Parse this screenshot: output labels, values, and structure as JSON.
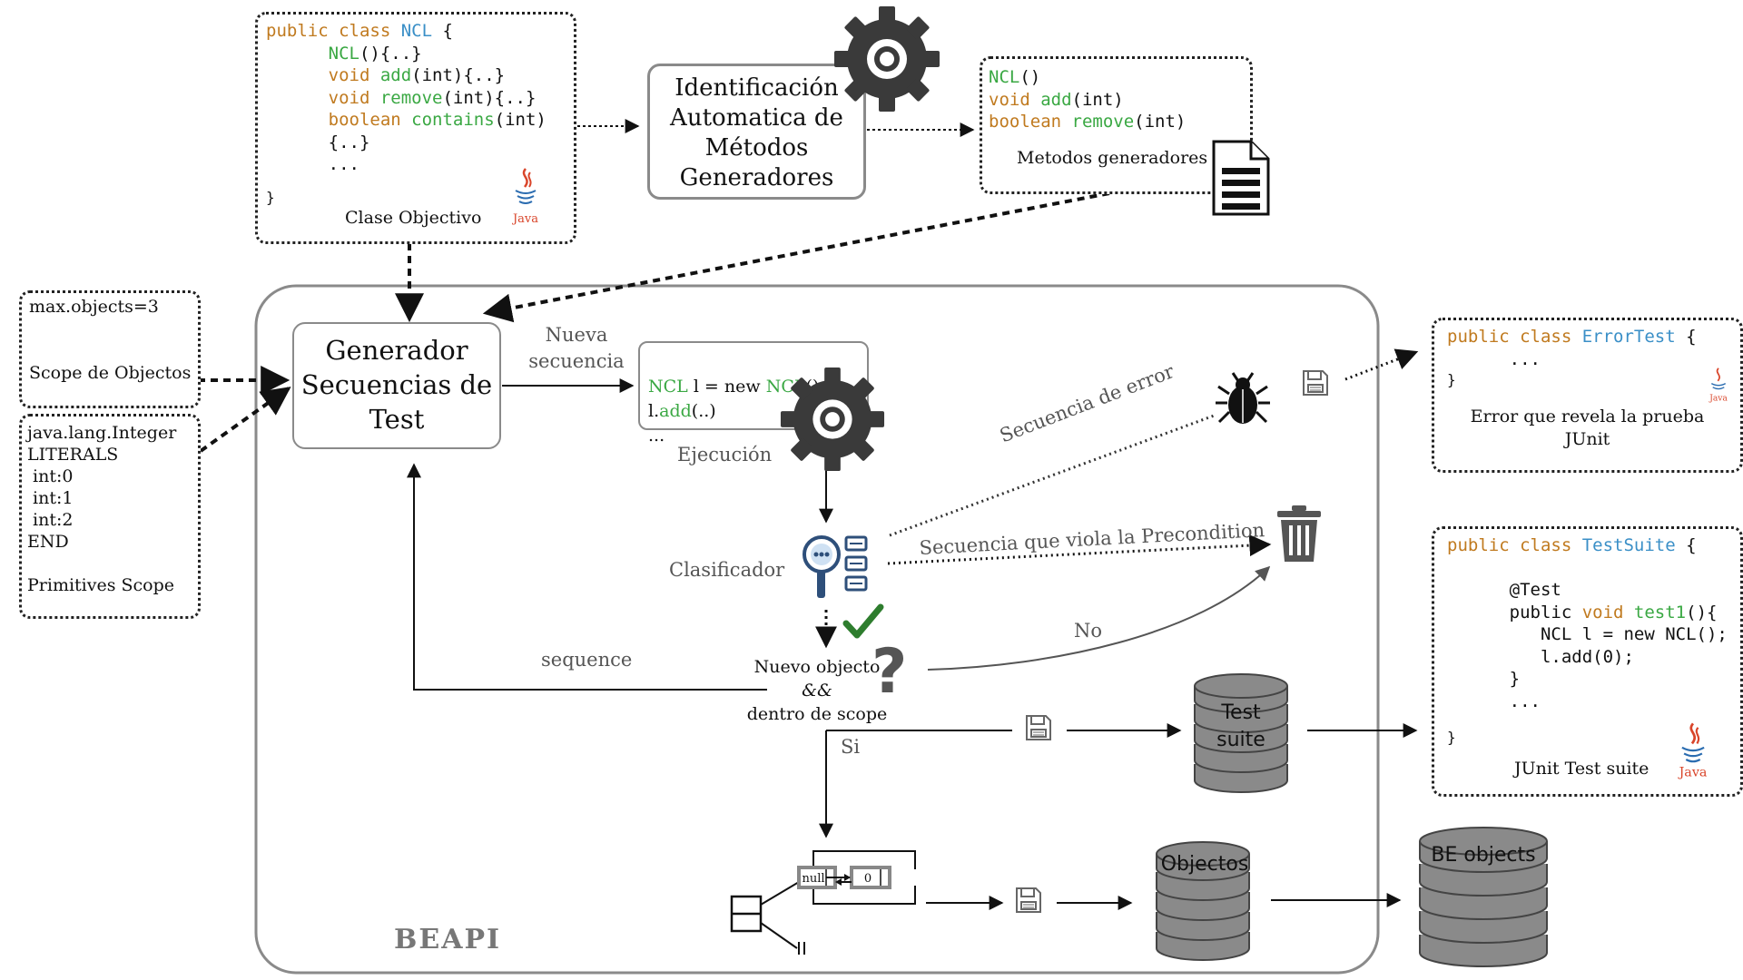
{
  "colors": {
    "keyword": "#c07a1f",
    "method": "#3aa843",
    "class": "#3a8fc7",
    "frame": "#8a8a8a",
    "check": "#2e7d2e"
  },
  "icons": [
    "gear-icon",
    "java-icon",
    "document-icon",
    "bug-icon",
    "floppy-icon",
    "trash-icon",
    "classifier-icon",
    "check-icon",
    "question-icon",
    "database-icon",
    "node-icon"
  ],
  "clase_objetivo": {
    "l1_kw": "public class ",
    "l1_cls": "NCL",
    "l1_rest": " {",
    "l2_fn": "NCL",
    "l2_rest": "(){..}",
    "l3_kw": "void ",
    "l3_fn": "add",
    "l3_rest": "(int){..}",
    "l4_kw": "void ",
    "l4_fn": "remove",
    "l4_rest": "(int){..}",
    "l5_kw": "boolean ",
    "l5_fn": "contains",
    "l5_rest": "(int)",
    "l6": "{..}",
    "l7": "...",
    "l8": "}",
    "label": "Clase Objectivo",
    "java": "Java"
  },
  "identificacion": {
    "line1": "Identificación",
    "line2": "Automatica de",
    "line3": "Métodos",
    "line4": "Generadores"
  },
  "metodos": {
    "l1_fn": "NCL",
    "l1_rest": "()",
    "l2_kw": "void ",
    "l2_fn": "add",
    "l2_rest": "(int)",
    "l3_kw": "boolean ",
    "l3_fn": "remove",
    "l3_rest": "(int)",
    "label": "Metodos generadores"
  },
  "scope_objectos": {
    "line1": "max.objects=3",
    "label": "Scope de Objectos"
  },
  "primitives": {
    "lines": [
      "java.lang.Integer",
      "LITERALS",
      " int:0",
      " int:1",
      " int:2",
      "END"
    ],
    "label": "Primitives Scope"
  },
  "generador": {
    "line1": "Generador",
    "line2": "Secuencias de",
    "line3": "Test"
  },
  "labels": {
    "nueva_line1": "Nueva",
    "nueva_line2": "secuencia",
    "ejecucion": "Ejecución",
    "clasificador": "Clasificador",
    "secuencia_error": "Secuencia de error",
    "viola": "Secuencia que viola la Precondition",
    "no": "No",
    "sequence": "sequence",
    "si": "Si",
    "nuevo_line1": "Nuevo objecto",
    "nuevo_line2": "&&",
    "nuevo_line3": "dentro de scope",
    "beapi": "BEAPI"
  },
  "sequence_box": {
    "l1_cls": "NCL",
    "l1_mid": " l = new ",
    "l1_cls2": "NCL",
    "l1_rest": "()",
    "l2_pre": "l.",
    "l2_fn": "add",
    "l2_rest": "(..)",
    "l3": "..."
  },
  "error_test": {
    "l1_kw": "public class ",
    "l1_cls": "ErrorTest",
    "l1_rest": " {",
    "l2": "...",
    "l3": "}",
    "label_line1": "Error que revela la prueba",
    "label_line2": "JUnit",
    "java": "Java"
  },
  "test_suite_code": {
    "l1_kw": "public class ",
    "l1_cls": "TestSuite",
    "l1_rest": " {",
    "l2": "@Test",
    "l3_a": "public ",
    "l3_kw": "void ",
    "l3_fn": "test1",
    "l3_rest": "(){",
    "l4": "NCL l = new NCL();",
    "l5": "l.add(0);",
    "l6": "}",
    "l7": "...",
    "l8": "}",
    "label": "JUnit Test suite",
    "java": "Java"
  },
  "databases": {
    "test_line1": "Test",
    "test_line2": "suite",
    "objectos": "Objectos",
    "be_objects": "BE objects"
  },
  "node": {
    "null_label": "null",
    "zero_label": "0"
  }
}
